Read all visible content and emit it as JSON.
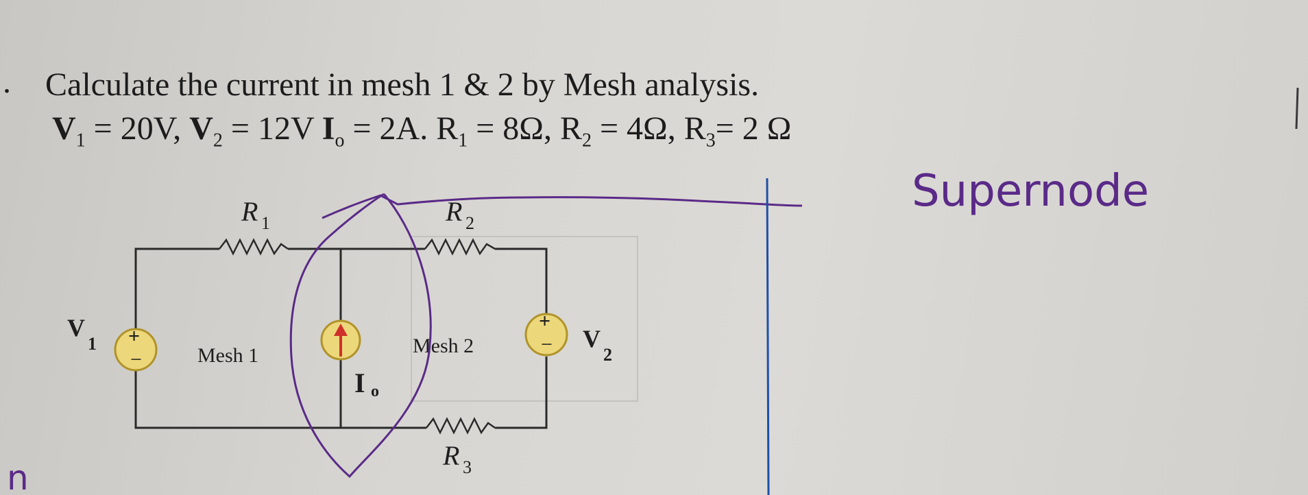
{
  "question": {
    "bullet": ".",
    "line1": "Calculate the current in mesh 1 & 2 by Mesh analysis.",
    "v1_label": "V",
    "v1_sub": "1",
    "v1_val": " = 20V, ",
    "v2_label": "V",
    "v2_sub": "2",
    "v2_val": " = 12V ",
    "io_label": "I",
    "io_sub": "o",
    "io_val": " = 2A.  R",
    "r1_sub": "1",
    "r1_val": " = 8Ω, R",
    "r2_sub": "2",
    "r2_val": " = 4Ω, R",
    "r3_sub": "3",
    "r3_val": "= 2 Ω"
  },
  "circuit": {
    "r1": "R",
    "r1_sub": "1",
    "r2": "R",
    "r2_sub": "2",
    "r3": "R",
    "r3_sub": "3",
    "v1": "V",
    "v1_sub": "1",
    "v2": "V",
    "v2_sub": "2",
    "io": "I",
    "io_sub": "o",
    "mesh1": "Mesh 1",
    "mesh2": "Mesh 2",
    "plus": "+",
    "minus": "−"
  },
  "annotation": {
    "text": "Supernode",
    "mark_bottom_left": "n"
  },
  "colors": {
    "ink_purple": "#5a2a88",
    "ink_blue": "#1f4fa8",
    "source_fill": "#ecd77a",
    "source_stroke": "#b0932a",
    "wire": "#2a2a2a"
  }
}
